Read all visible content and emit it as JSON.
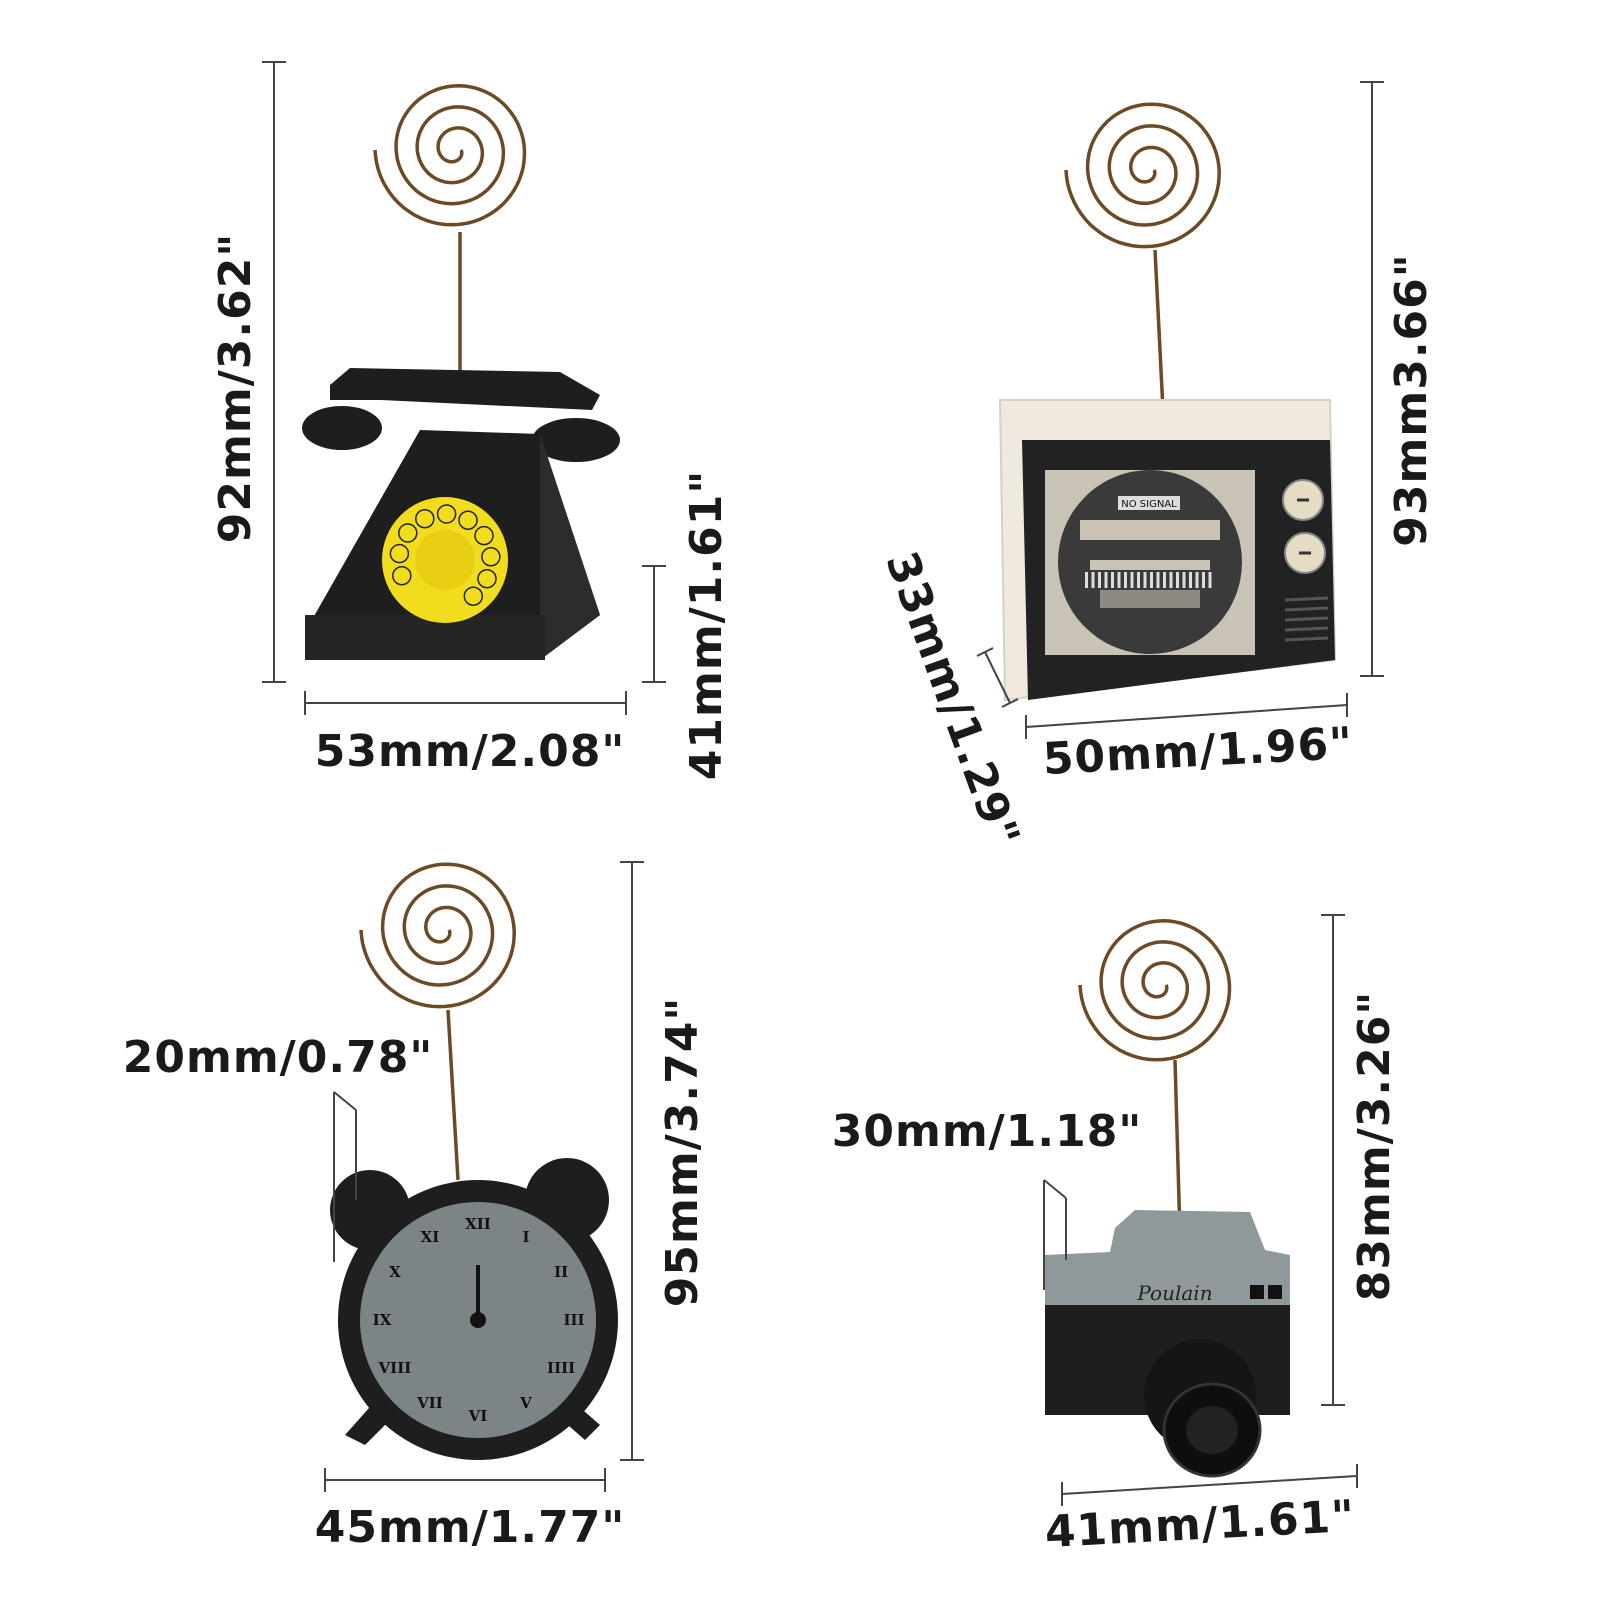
{
  "colors": {
    "wire": "#6b4a24",
    "body_black": "#1e1e1e",
    "dial_yellow": "#f2dc1e",
    "clock_face": "#7d8488",
    "camera_top": "#8f989b",
    "tv_frame": "#efe9df",
    "dimension_line": "#444444"
  },
  "phone": {
    "height_label": "92mm/3.62\"",
    "base_height_label": "41mm/1.61\"",
    "width_label": "53mm/2.08\""
  },
  "tv": {
    "height_label": "93mm3.66\"",
    "depth_label": "33mm/1.29\"",
    "width_label": "50mm/1.96\"",
    "screen_text": "NO SIGNAL"
  },
  "clock": {
    "depth_label": "20mm/0.78\"",
    "height_label": "95mm/3.74\"",
    "width_label": "45mm/1.77\"",
    "numerals": [
      "XII",
      "I",
      "II",
      "III",
      "IIII",
      "V",
      "VI",
      "VII",
      "VIII",
      "IX",
      "X",
      "XI"
    ]
  },
  "camera": {
    "depth_label": "30mm/1.18\"",
    "height_label": "83mm/3.26\"",
    "width_label": "41mm/1.61\"",
    "brand": "Poulain"
  }
}
